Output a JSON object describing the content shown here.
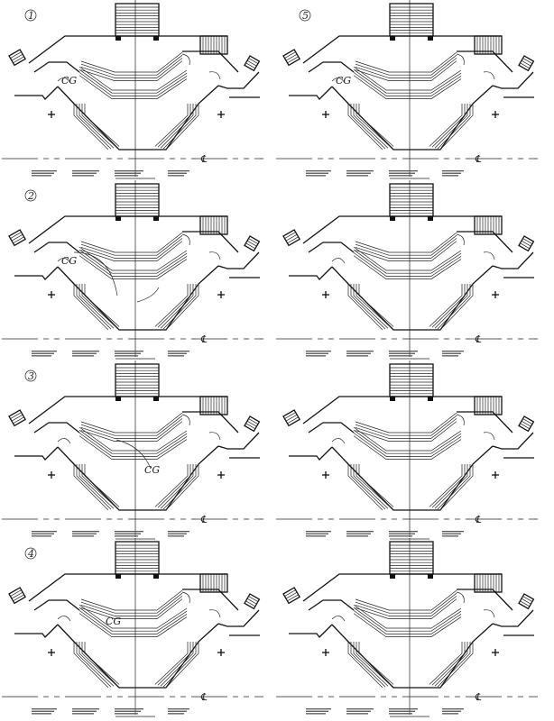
{
  "page": {
    "background": "#ffffff",
    "ink": "#111111"
  },
  "panels": [
    {
      "id": "panel-1",
      "number_label": "1",
      "cg_label": "CG",
      "column": "left",
      "row": 0,
      "cg_pos": "left"
    },
    {
      "id": "panel-2",
      "number_label": "2",
      "cg_label": "CG",
      "column": "left",
      "row": 1,
      "cg_pos": "left",
      "arrows": true
    },
    {
      "id": "panel-3",
      "number_label": "3",
      "cg_label": "CG",
      "column": "left",
      "row": 2,
      "cg_pos": "right-low",
      "arrows": true
    },
    {
      "id": "panel-4",
      "number_label": "4",
      "cg_label": "CG",
      "column": "left",
      "row": 3,
      "cg_pos": "center"
    },
    {
      "id": "panel-5",
      "number_label": "5",
      "cg_label": "CG",
      "column": "right",
      "row": 0,
      "cg_pos": "left"
    },
    {
      "id": "panel-6",
      "number_label": "",
      "cg_label": "",
      "column": "right",
      "row": 1
    },
    {
      "id": "panel-7",
      "number_label": "",
      "cg_label": "",
      "column": "right",
      "row": 2
    },
    {
      "id": "panel-8",
      "number_label": "",
      "cg_label": "",
      "column": "right",
      "row": 3
    }
  ],
  "centerline_symbol": "CL"
}
